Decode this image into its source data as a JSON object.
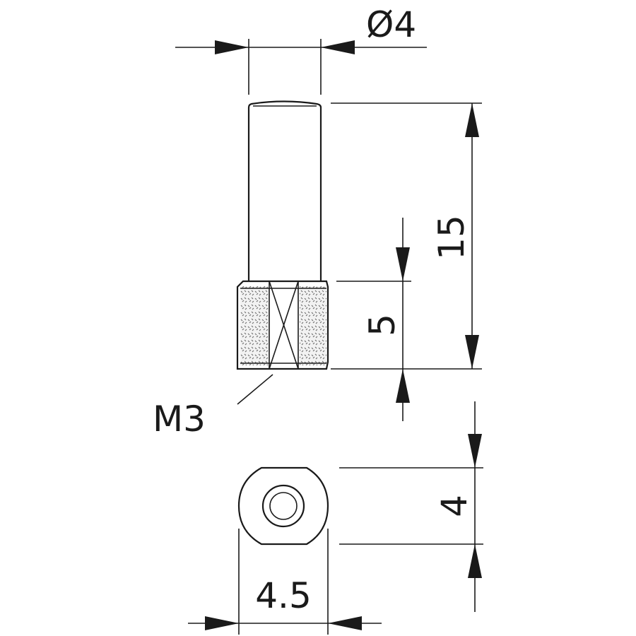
{
  "dimensions": {
    "diameter": "Ø4",
    "overall_length": "15",
    "thread_length": "5",
    "thread_label": "M3",
    "across_flats": "4",
    "width": "4.5"
  }
}
